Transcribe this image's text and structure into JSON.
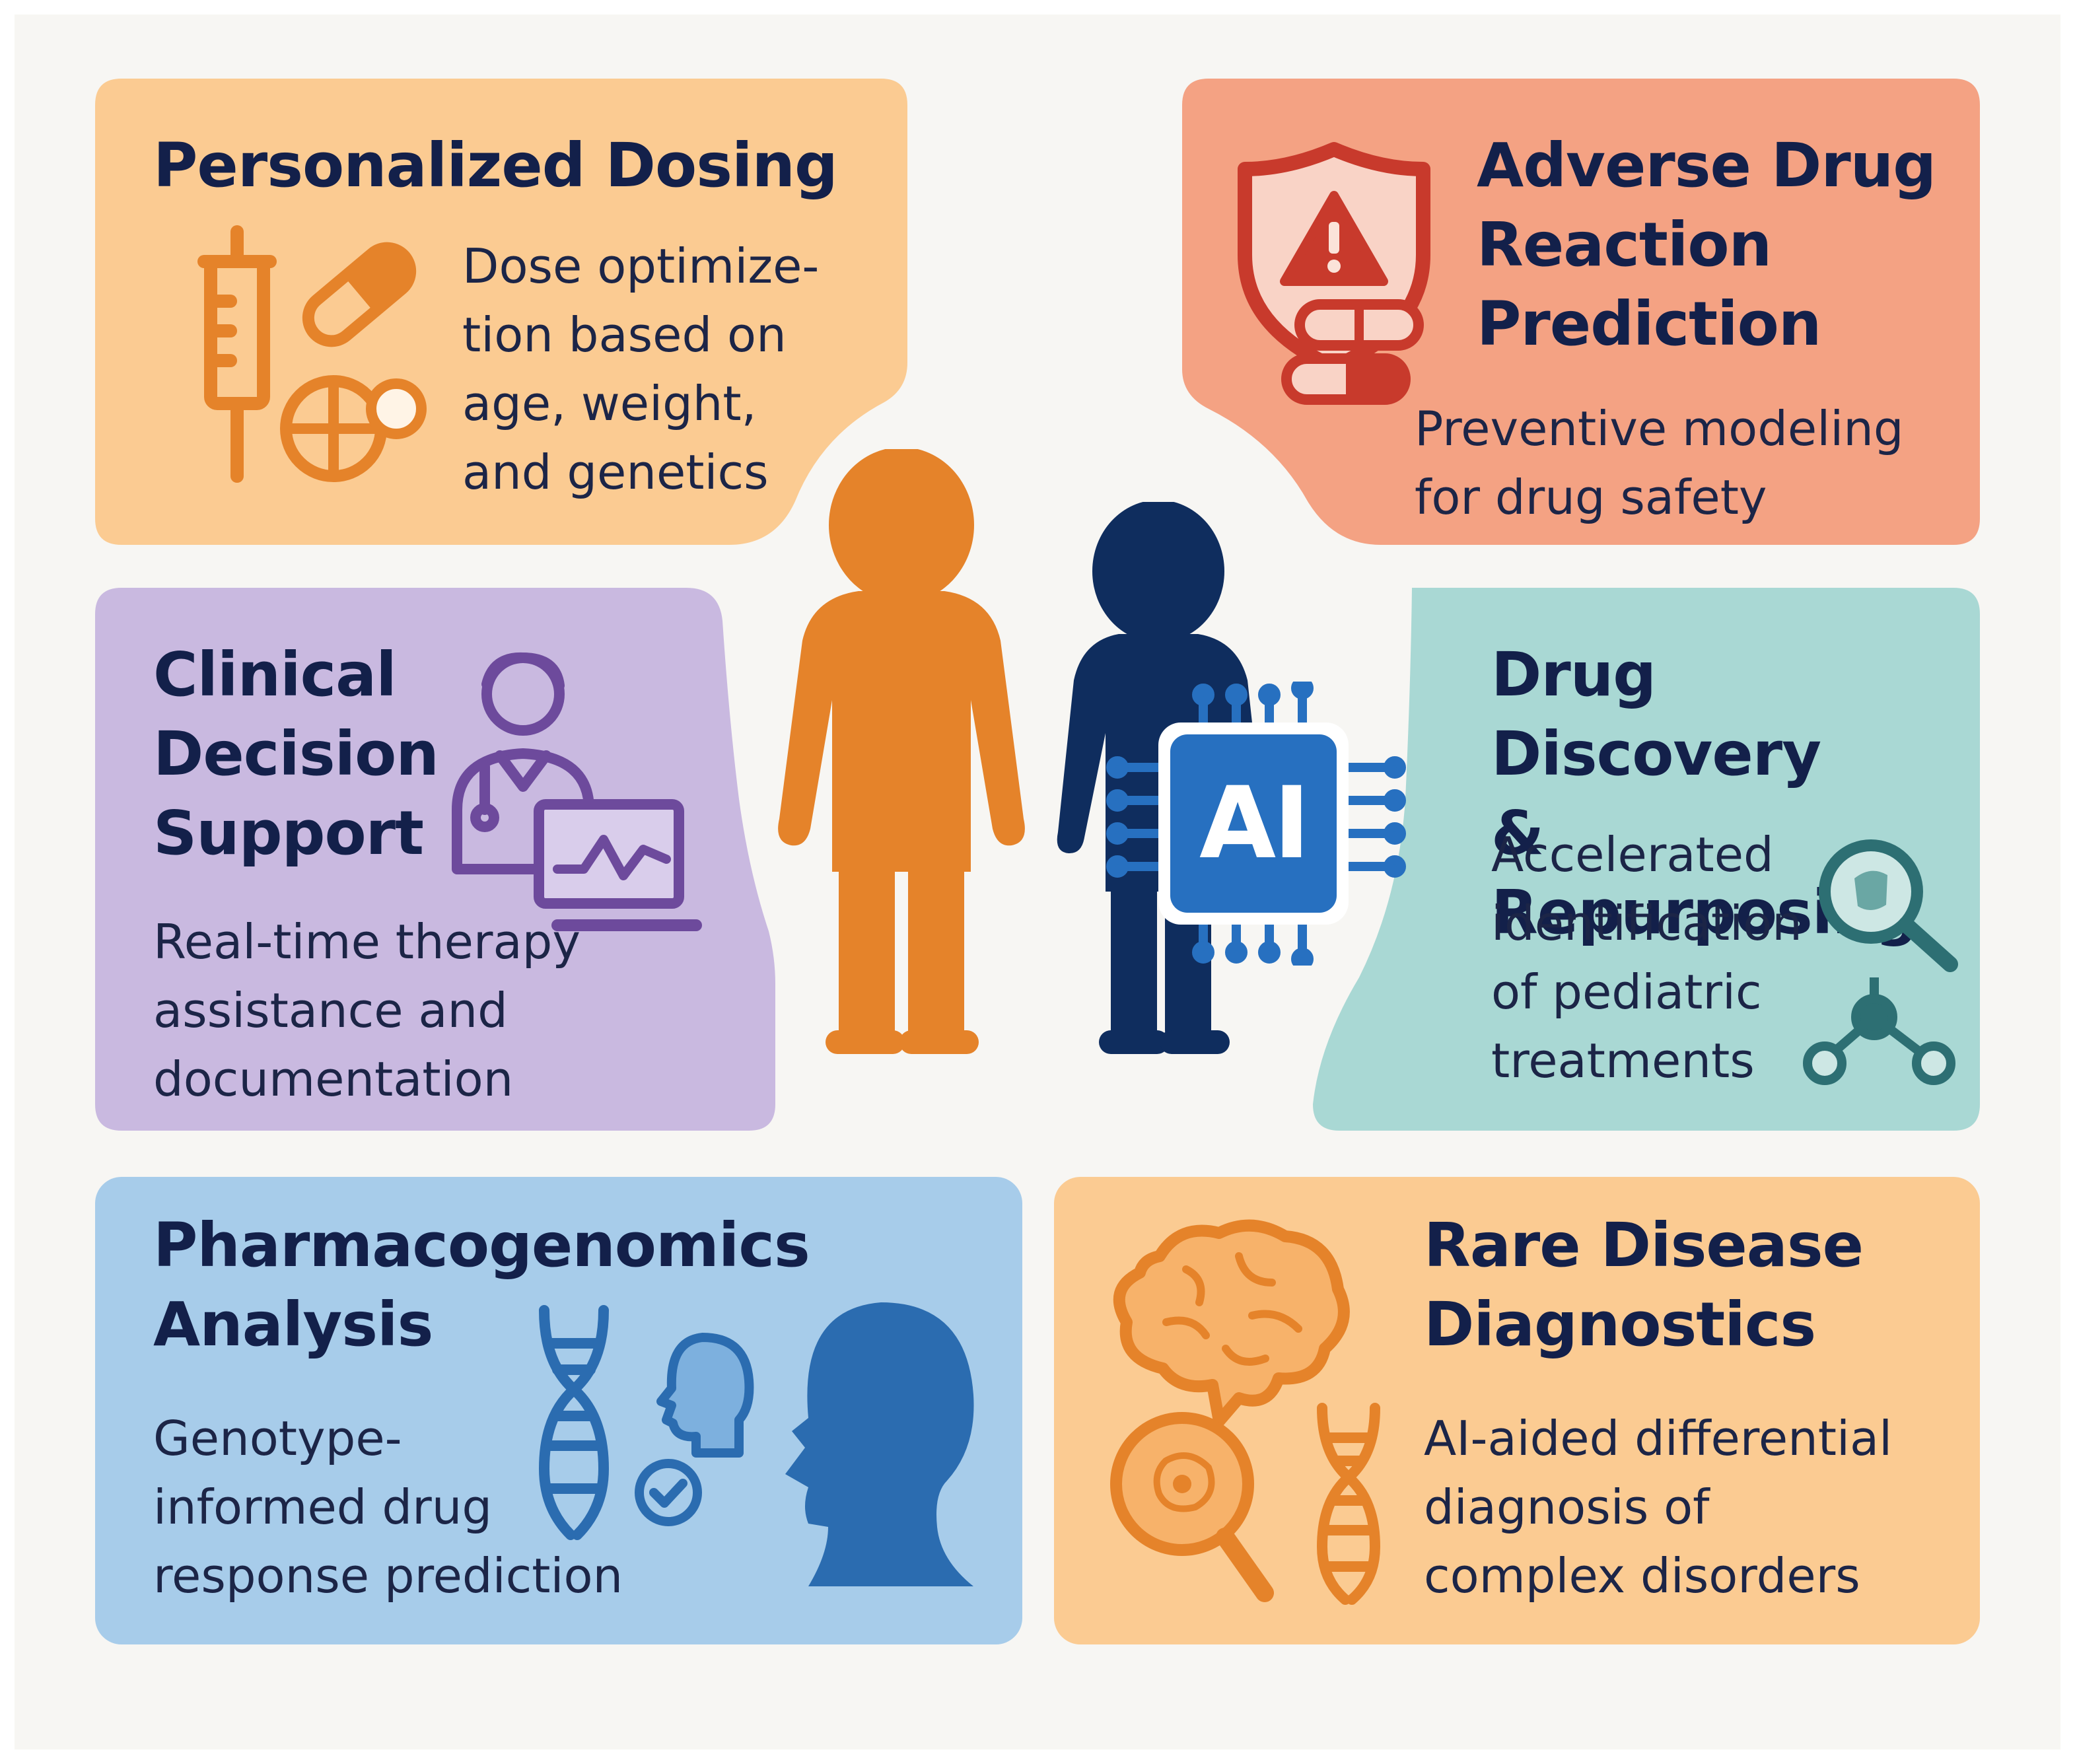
{
  "cards": {
    "personalized_dosing": {
      "title": "Personalized Dosing",
      "description": "Dose optimize-\ntion based on\nage, weight,\nand genetics",
      "icons": [
        "syringe-icon",
        "capsule-icon",
        "tablet-icon"
      ],
      "color": "#fbcb92"
    },
    "adverse_drug_reaction": {
      "title": "Adverse Drug\nReaction\nPrediction",
      "description": "Preventive modeling\nfor drug safety",
      "icons": [
        "warning-shield-icon",
        "pills-icon"
      ],
      "color": "#f4a283"
    },
    "clinical_decision_support": {
      "title": "Clinical\nDecision\nSupport",
      "description": "Real-time therapy\nassistance and\ndocumentation",
      "icons": [
        "doctor-icon",
        "monitor-chart-icon"
      ],
      "color": "#c9b9e0"
    },
    "drug_discovery": {
      "title": "Drug Discovery\n& Repurposing",
      "description": "Accelerated\nidentification\nof pediatric\ntreatments",
      "icons": [
        "magnifier-icon",
        "molecule-icon"
      ],
      "color": "#a9d8d4"
    },
    "pharmacogenomics": {
      "title": "Pharmacogenomics\nAnalysis",
      "description": "Genotype-\ninformed drug\nresponse prediction",
      "icons": [
        "dna-icon",
        "head-profile-icon",
        "check-circle-icon",
        "child-head-icon"
      ],
      "color": "#a7ccea"
    },
    "rare_disease": {
      "title": "Rare Disease\nDiagnostics",
      "description": "AI-aided differential\ndiagnosis of\ncomplex disorders",
      "icons": [
        "brain-icon",
        "microscope-magnifier-icon",
        "dna-icon"
      ],
      "color": "#fbcb92"
    }
  },
  "center": {
    "chip_label": "AI",
    "icons": [
      "child-silhouette-icon",
      "child-silhouette-icon",
      "ai-chip-icon"
    ],
    "colors": {
      "orange": "#e5832a",
      "navy": "#0f2d5e",
      "chip": "#2770c0"
    }
  }
}
